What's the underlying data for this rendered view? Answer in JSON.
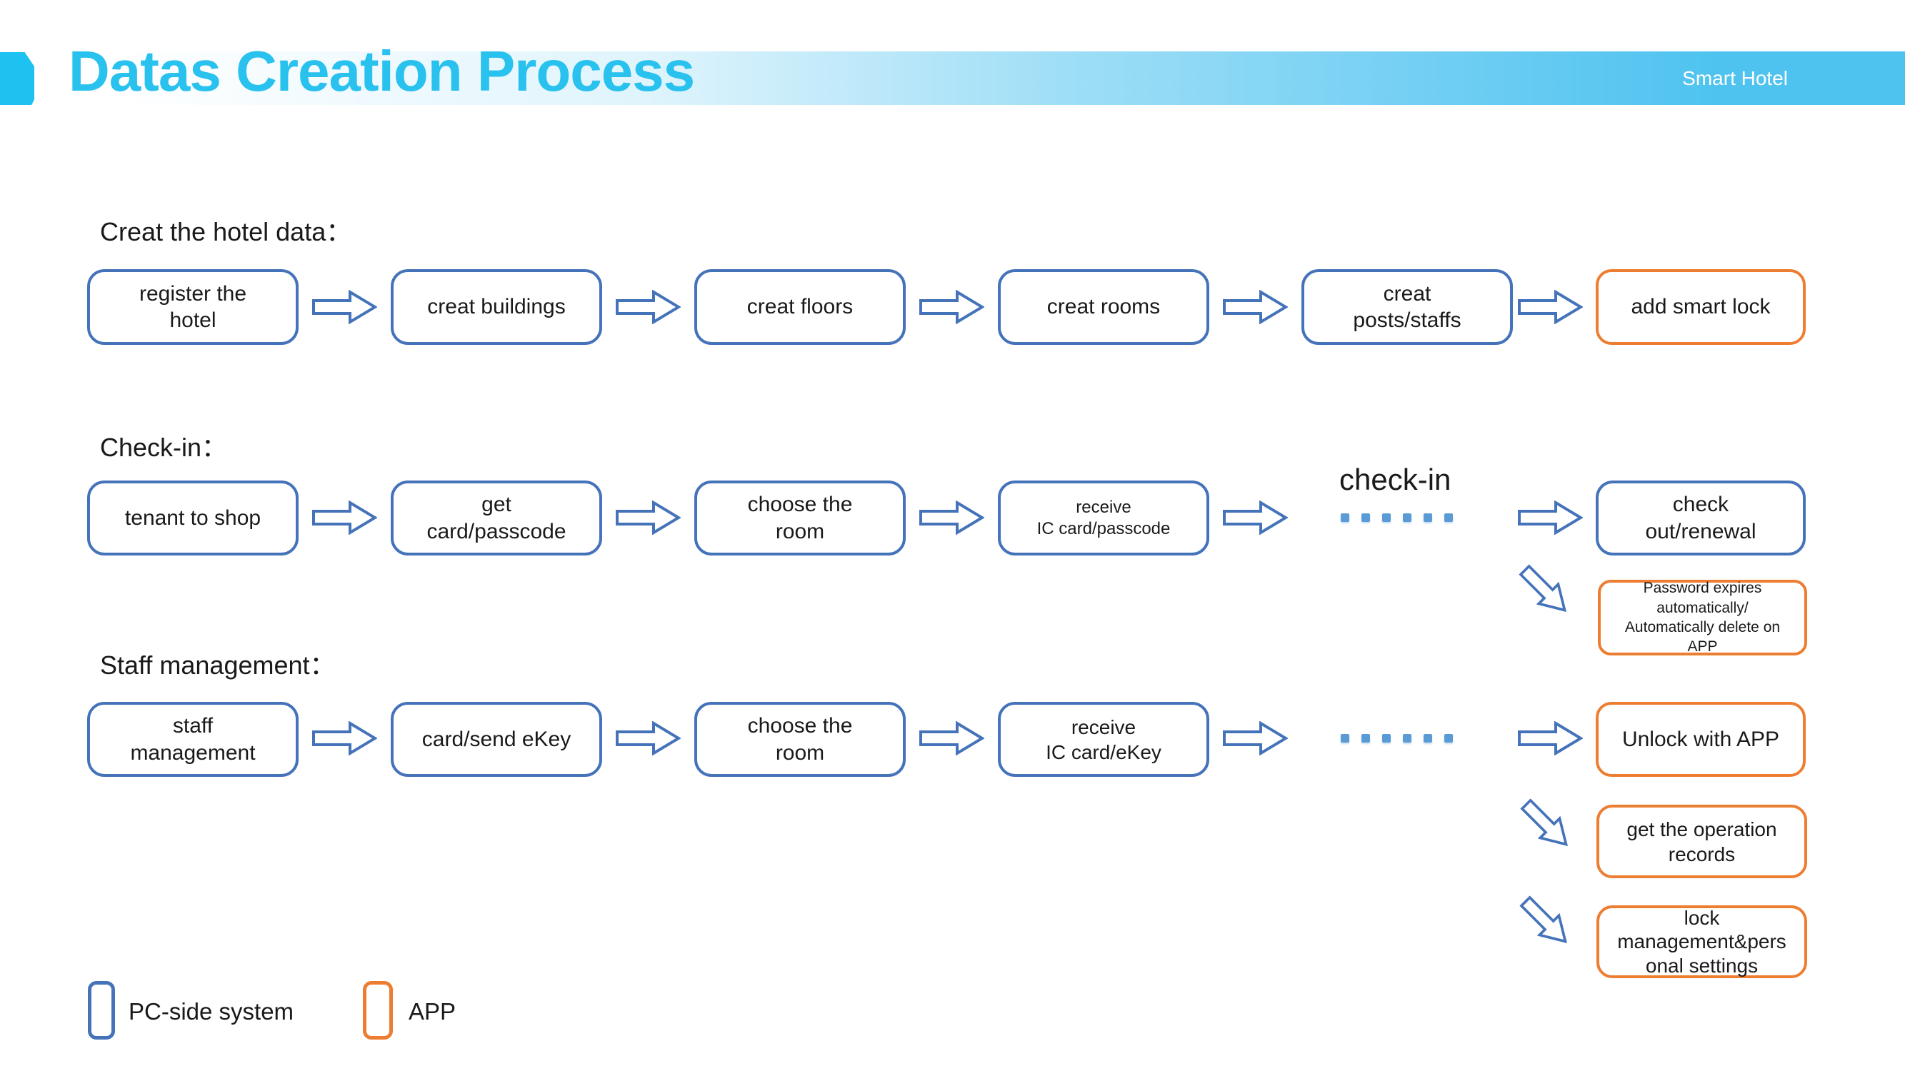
{
  "header": {
    "title": "Datas Creation Process",
    "brand": "Smart Hotel"
  },
  "colors": {
    "title_cyan": "#29c1ee",
    "band_blue": "#4fc3f0",
    "pc_blue": "#4573b9",
    "app_orange": "#ed7d31",
    "dots_blue": "#5b9bd5"
  },
  "row1": {
    "label": "Creat the hotel data：",
    "b1": "register the\nhotel",
    "b2": "creat buildings",
    "b3": "creat floors",
    "b4": "creat rooms",
    "b5": "creat\nposts/staffs",
    "b6": "add smart lock"
  },
  "row2": {
    "label": "Check-in：",
    "b1": "tenant to shop",
    "b2": "get\ncard/passcode",
    "b3": "choose the\nroom",
    "b4": "receive\nIC card/passcode",
    "midlabel": "check-in",
    "b6": "check\nout/renewal",
    "note": "Password expires\nautomatically/\nAutomatically delete on\nAPP"
  },
  "row3": {
    "label": "Staff management：",
    "b1": "staff\nmanagement",
    "b2": "card/send eKey",
    "b3": "choose the\nroom",
    "b4": "receive\nIC card/eKey",
    "b6": "Unlock with APP",
    "note1": "get the operation\nrecords",
    "note2": "lock\nmanagement&pers\nonal settings"
  },
  "legend": {
    "pc": "PC-side system",
    "app": "APP"
  }
}
